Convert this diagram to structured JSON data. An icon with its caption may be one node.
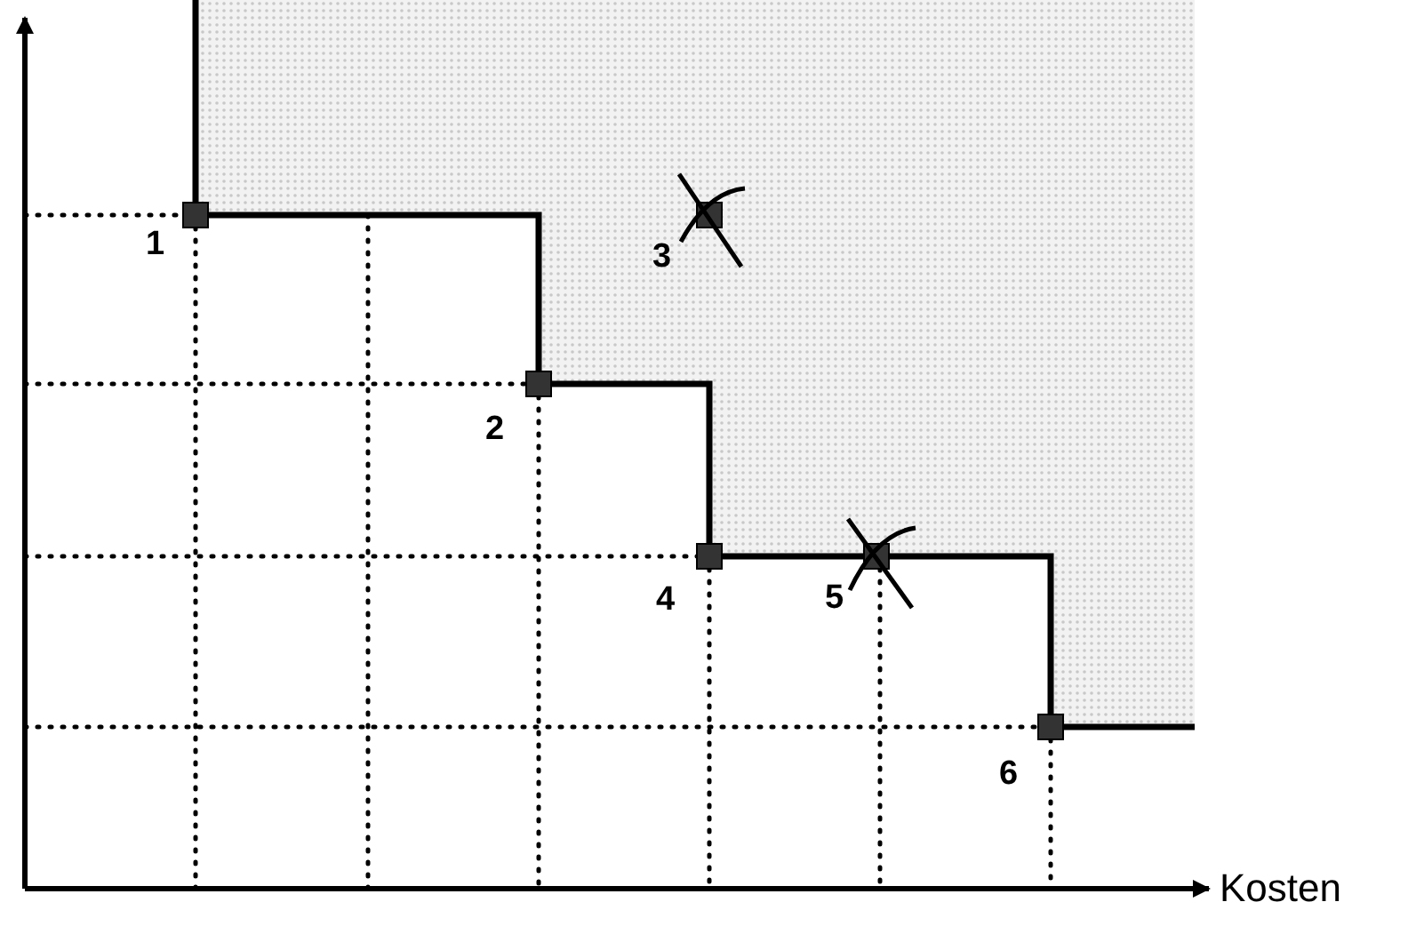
{
  "diagram": {
    "labels": [
      "1",
      "3",
      "2",
      "4",
      "5",
      "6",
      "Kosten"
    ]
  }
}
